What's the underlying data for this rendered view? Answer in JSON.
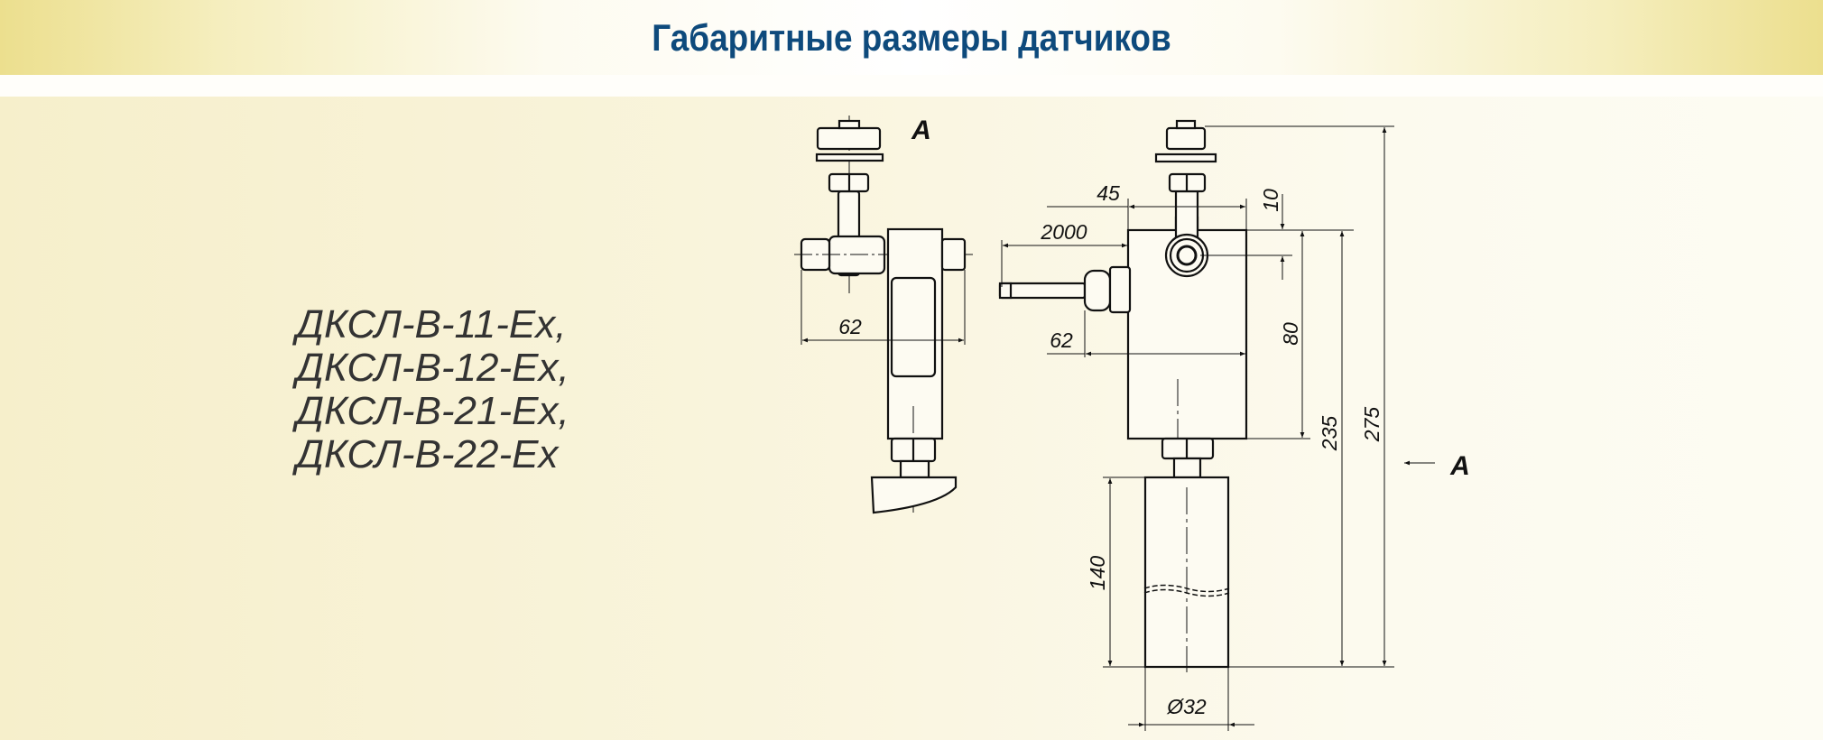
{
  "header": {
    "title": "Габаритные размеры датчиков"
  },
  "models": [
    "ДКСЛ-В-11-Ex,",
    "ДКСЛ-В-12-Ex,",
    "ДКСЛ-В-21-Ex,",
    "ДКСЛ-В-22-Ex"
  ],
  "drawing": {
    "view_label": "A",
    "section_arrow_label": "A",
    "side_view": {
      "width_dim": "62"
    },
    "front_view": {
      "dim_45": "45",
      "dim_10": "10",
      "dim_2000": "2000",
      "dim_62": "62",
      "dim_80": "80",
      "dim_235": "235",
      "dim_275": "275",
      "dim_140": "140",
      "dim_diameter": "Ø32"
    }
  },
  "colors": {
    "title": "#0e4a7c",
    "line": "#111111"
  }
}
